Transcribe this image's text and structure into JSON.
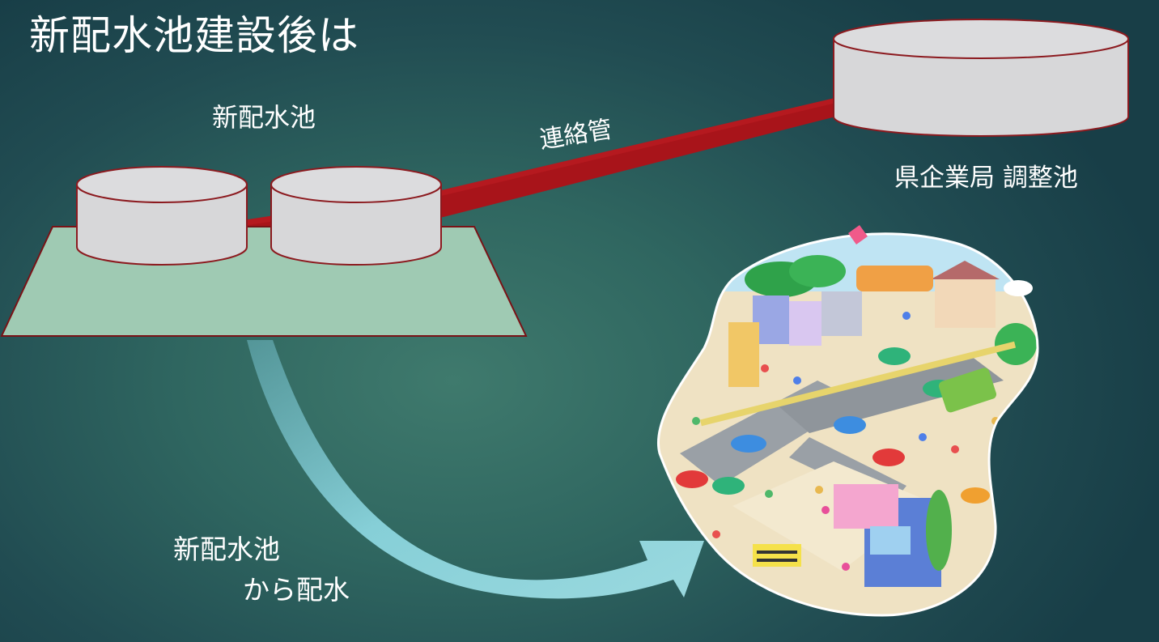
{
  "title": "新配水池建設後は",
  "labels": {
    "new_reservoir": "新配水池",
    "connecting_pipe": "連絡管",
    "prefecture_reservoir": "県企業局 調整池",
    "distribution_line1": "新配水池",
    "distribution_line2": "から配水"
  },
  "colors": {
    "pipe": "#a8141a",
    "tank_fill": "#d7d7d9",
    "tank_stroke": "#8c1a1f",
    "platform": "#9fcab3",
    "arrow": "#8ad0d8"
  },
  "icons": {
    "town": "town-illustration"
  }
}
